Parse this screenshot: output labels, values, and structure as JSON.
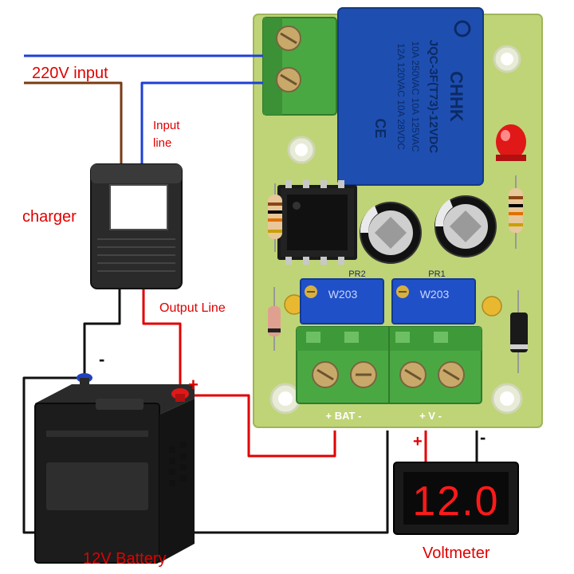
{
  "labels": {
    "input_220v": "220V input",
    "input_line": [
      "Input",
      "line"
    ],
    "charger": "charger",
    "output_line": "Output Line",
    "battery": "12V Battery",
    "voltmeter": "Voltmeter"
  },
  "polarity": {
    "battery_neg": "-",
    "battery_pos": "+",
    "volt_pos": "+",
    "volt_neg": "-"
  },
  "board": {
    "relay_brand": "CHHK",
    "relay_model": "JQC-3F(T73)-12VDC",
    "relay_rating_1": "10A 250VAC 10A 125VAC",
    "relay_rating_2": "12A 120VAC 10A 28VDC",
    "relay_cert": "CE",
    "pot_ref_1": "PR2",
    "pot_ref_2": "PR1",
    "pot_code_1": "W203",
    "pot_code_2": "W203",
    "term_bat": "+ BAT -",
    "term_v": "+ V -"
  },
  "voltmeter": {
    "reading": "12.0"
  },
  "colors": {
    "mains_blue": "#1f3fd6",
    "mains_brown": "#7a3a12",
    "output_red": "#e00000",
    "negative_black": "#111111",
    "label_red": "#e00000",
    "pcb_green": "#b9cf6a",
    "terminal_green": "#4fae47",
    "relay_blue": "#1e4fb0",
    "pot_blue": "#2050c8",
    "display_red": "#ff1a1a"
  },
  "icons": [
    "charger-icon",
    "battery-icon",
    "voltmeter-icon",
    "relay-module-icon"
  ]
}
